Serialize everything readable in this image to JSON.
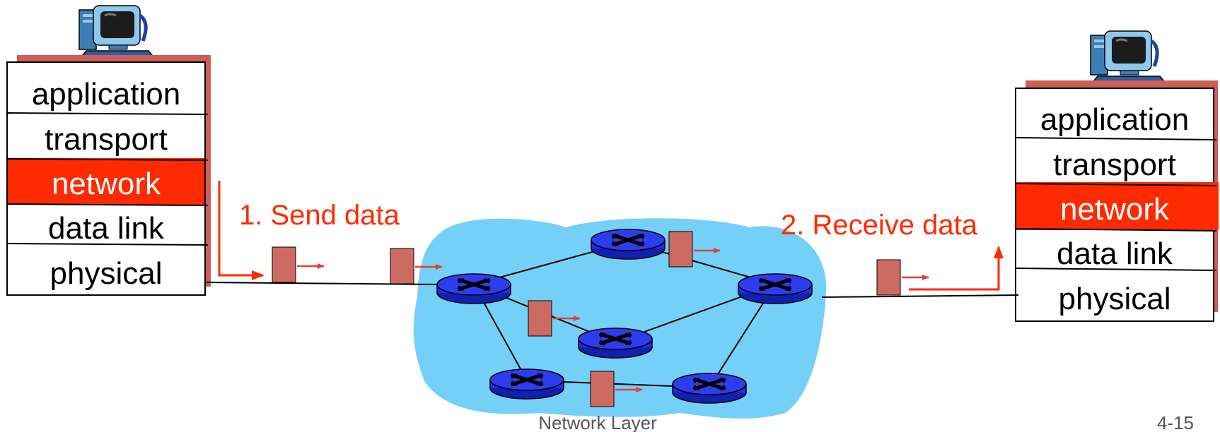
{
  "left_host": {
    "layers": [
      "application",
      "transport",
      "network",
      "data link",
      "physical"
    ],
    "highlight": "network"
  },
  "right_host": {
    "layers": [
      "application",
      "transport",
      "network",
      "data link",
      "physical"
    ],
    "highlight": "network"
  },
  "send_label": "1. Send data",
  "receive_label": "2. Receive data",
  "footer": {
    "title": "Network Layer",
    "page": "4-15"
  },
  "colors": {
    "highlight": "#ff2a00",
    "shadow": "#cc5f58",
    "packet": "#cd6b63",
    "arrow": "#e0403a",
    "cloud": "#74d0f7",
    "router": "#1f2fe8",
    "label": "#ff2a00"
  }
}
